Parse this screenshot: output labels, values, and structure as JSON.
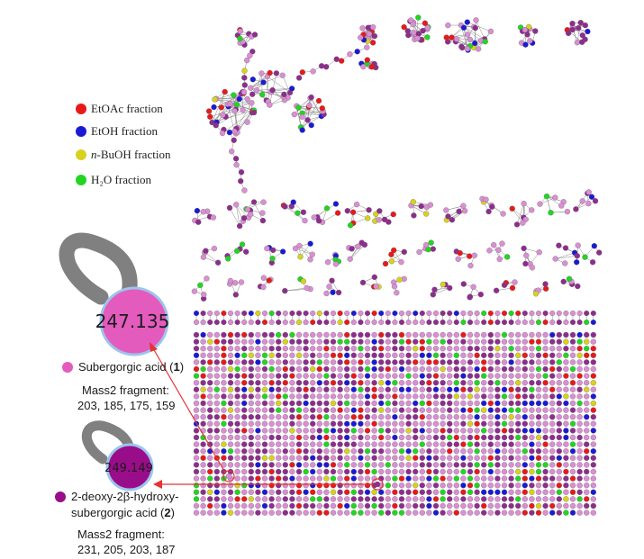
{
  "legend": {
    "items": [
      {
        "prefix": "",
        "text": "EtOAc fraction",
        "color": "#e8191a"
      },
      {
        "prefix": "",
        "text": "EtOH fraction",
        "color": "#1a1ad6"
      },
      {
        "prefix": "n",
        "text": "-BuOH fraction",
        "color": "#d8d21e"
      },
      {
        "prefix": "",
        "text": "H₂O fraction",
        "color": "#22d522"
      }
    ]
  },
  "compound1": {
    "mz": "247.135",
    "name": "Subergorgic acid (",
    "number": "1",
    "close": ")",
    "fragment_label": "Mass2 fragment:",
    "fragments": "203, 185, 175, 159",
    "color": "#e45bbe"
  },
  "compound2": {
    "mz": "249.149",
    "name_line1": "2-deoxy-2β-hydroxy-",
    "name_line2": "subergorgic acid (",
    "number": "2",
    "close": ")",
    "fragment_label": "Mass2 fragment:",
    "fragments": "231, 205, 203, 187",
    "color": "#9a0d8a"
  },
  "colors": {
    "pink": "#d98fd2",
    "purple": "#8e2d8e",
    "edge": "#8a8a8a",
    "arrow": "#e33333",
    "node_ring": "#9cc4ee",
    "loop": "#808080"
  }
}
